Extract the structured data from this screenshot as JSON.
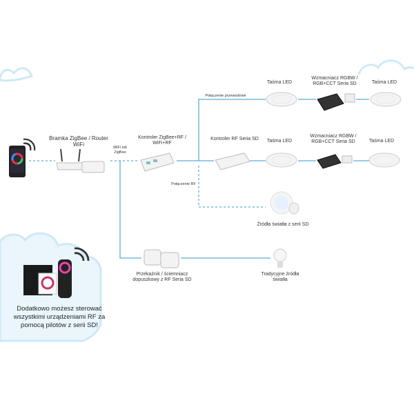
{
  "labels": {
    "gateway": "Bramka ZigBee / Router\nWiFi",
    "wifi_zigbee": "WiFi lub\nZigBee",
    "controller_main": "Kontroler ZigBee+RF /\nWiFi+RF",
    "wired_connection": "Połączenie przewodowe",
    "rf_connection": "Połączenie RF",
    "led_strip_1": "Taśma LED",
    "amplifier_1": "Wzmacniacz RGBW /\nRGB+CCT Seria SD",
    "led_strip_2": "Taśma LED",
    "controller_rf": "Kontroler RF Seria SD",
    "led_strip_3": "Taśma LED",
    "amplifier_2": "Wzmacniacz RGBW /\nRGB+CCT Seria SD",
    "led_strip_4": "Taśma LED",
    "light_sources_sd": "Źródła światła z serii SD",
    "relay_dimmer": "Przekaźnik / ściemniacz\ndopuszkowy z RF Seria SD",
    "traditional_sources": "Tradycyjne źródła\nświatła",
    "bottom_note": "Dodatkowo możesz sterować wszystkimi urządzeniami RF za pomocą pilotów z serii SD!"
  },
  "colors": {
    "line": "#5aaed6",
    "cloud": "#cde9f6",
    "device": "#eeeeee",
    "text": "#333333"
  },
  "icons": [
    "smartphone-icon",
    "wifi-signal-icon",
    "router-icon",
    "zigbee-gateway-icon",
    "controller-icon",
    "led-strip-icon",
    "amplifier-icon",
    "bulb-icon",
    "relay-icon",
    "wall-panel-icon",
    "remote-icon"
  ]
}
